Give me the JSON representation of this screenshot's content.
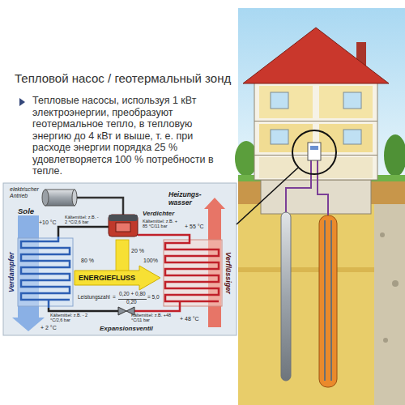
{
  "diagram": {
    "title": "Тепловой насос / геотермальный зонд",
    "nodes": [
      {
        "text": [
          "elektrischer Antrieb"
        ]
      },
      {
        "text": [
          "Verdichter"
        ]
      },
      {
        "text": [
          "Verdampfer"
        ]
      },
      {
        "text": [
          "Verflüssiger"
        ]
      },
      {
        "text": [
          "ENERGIEFLUSS"
        ]
      },
      {
        "text": [
          "Expansionsventil"
        ]
      }
    ],
    "edges": [
      {
        "from": 0,
        "to": 1,
        "arrow": "none"
      },
      {
        "from": 2,
        "to": 1,
        "arrow": "none"
      },
      {
        "from": 1,
        "to": 3,
        "arrow": "none"
      },
      {
        "from": 3,
        "to": 5,
        "arrow": "none"
      },
      {
        "from": 5,
        "to": 2,
        "arrow": "none"
      }
    ],
    "labels": [
      "Тепловые насосы, используя 1 кВт электроэнергии, преобразуют геотермальное тепло, в тепловую энергию до 4 кВт и выше, т. е. при расходе энергии порядка 25 % удовлетворяется 100 % потребности в тепле.",
      "Sole",
      "+10 °C",
      "Kältemittel: z.B. - 2 °C/2,6 bar",
      "Kältemittel: z.B. + 85 °C/11 bar",
      "Heizungs- wasser",
      "+ 55 °C",
      "20 %",
      "80 %",
      "100%",
      "Leistungszahl",
      "=",
      "0,20 + 0,80",
      "0,20",
      "= 5,0",
      "+ 2 °C",
      "Kältemittel: z.B. - 2 °C/2,6 bar",
      "Kältemittel: z.B. +48 °C/11 bar",
      "+ 48 °C"
    ]
  }
}
